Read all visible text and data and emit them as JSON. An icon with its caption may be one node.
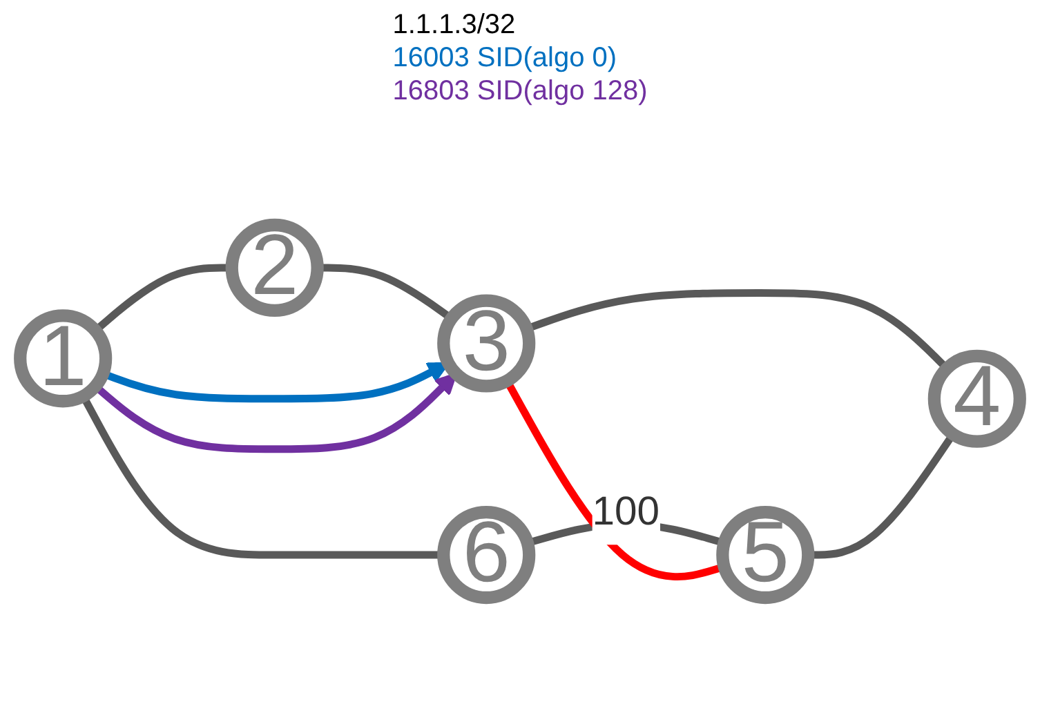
{
  "diagram": {
    "nodes": [
      {
        "text": [
          "1"
        ]
      },
      {
        "text": [
          "2"
        ]
      },
      {
        "text": [
          "3"
        ],
        "beside": [
          "1.1.1.3/32",
          "16003 SID(algo 0)",
          "16803 SID(algo 128)"
        ]
      },
      {
        "text": [
          "4"
        ]
      },
      {
        "text": [
          "5"
        ]
      },
      {
        "text": [
          "6"
        ]
      }
    ],
    "edges": [
      {
        "from": 0,
        "to": 1,
        "arrow": "none"
      },
      {
        "from": 1,
        "to": 2,
        "arrow": "none"
      },
      {
        "from": 2,
        "to": 3,
        "arrow": "none"
      },
      {
        "from": 0,
        "to": 5,
        "arrow": "none"
      },
      {
        "from": 5,
        "to": 4,
        "arrow": "none",
        "label": "100"
      },
      {
        "from": 4,
        "to": 3,
        "arrow": "none"
      },
      {
        "from": 2,
        "to": 4,
        "arrow": "none",
        "color": "#ff0000"
      },
      {
        "from": 0,
        "to": 2,
        "arrow": "to",
        "color": "#0070c0"
      },
      {
        "from": 0,
        "to": 2,
        "arrow": "to",
        "color": "#7030a0"
      }
    ]
  }
}
